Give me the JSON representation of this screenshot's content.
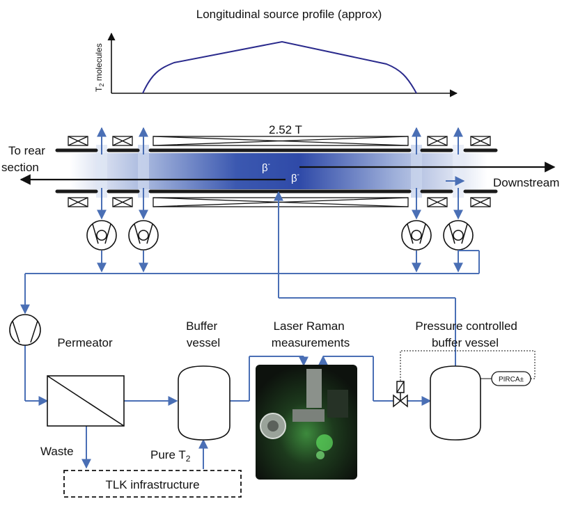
{
  "title": "Longitudinal source profile (approx)",
  "profile": {
    "ylabel_main": "T",
    "ylabel_sub": "2",
    "ylabel_rest": " molecules"
  },
  "beamline": {
    "field_label": "2.52 T",
    "to_rear_line1": "To rear",
    "to_rear_line2": "section",
    "downstream": "Downstream",
    "beta_upper": "β",
    "beta_lower": "β",
    "beta_sup": "-"
  },
  "process": {
    "permeator": "Permeator",
    "buffer_line1": "Buffer",
    "buffer_line2": "vessel",
    "raman_line1": "Laser Raman",
    "raman_line2": "measurements",
    "pressure_line1": "Pressure controlled",
    "pressure_line2": "buffer vessel",
    "pirca": "PIRCA±",
    "waste": "Waste",
    "pure_main": "Pure T",
    "pure_sub": "2",
    "tlk": "TLK infrastructure"
  },
  "colors": {
    "pipe": "#4a6fb5",
    "beam_core": "#2f4aa8",
    "profile_curve": "#2a2a8c",
    "ink": "#111111"
  }
}
